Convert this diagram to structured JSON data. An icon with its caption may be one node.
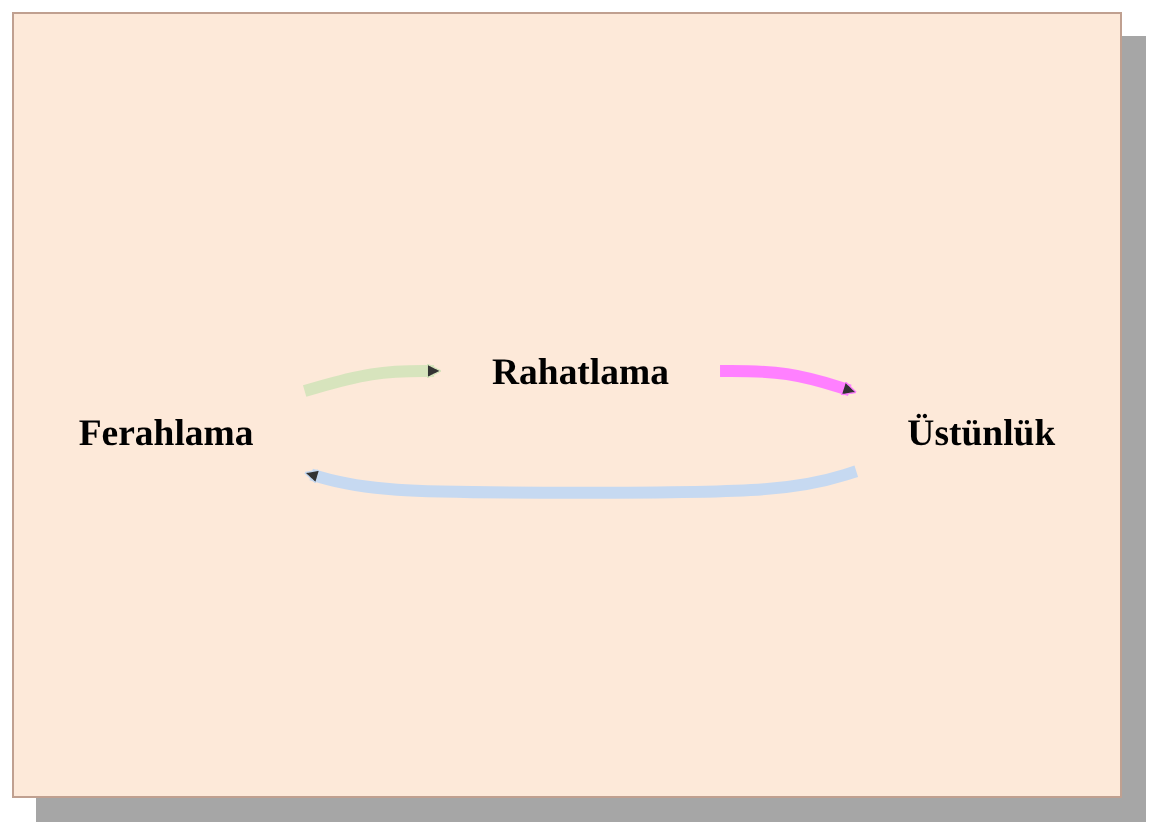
{
  "diagram": {
    "nodes": [
      {
        "text": [
          "Ferahlama"
        ]
      },
      {
        "text": [
          "Rahatlama"
        ]
      },
      {
        "text": [
          "Üstünlük"
        ]
      }
    ],
    "edges": [
      {
        "from": 0,
        "to": 1,
        "arrow": "to",
        "color": "#d7e4bd"
      },
      {
        "from": 1,
        "to": 2,
        "arrow": "to",
        "color": "#ff80ff"
      },
      {
        "from": 2,
        "to": 0,
        "arrow": "to",
        "color": "#c6d9f1"
      }
    ]
  }
}
